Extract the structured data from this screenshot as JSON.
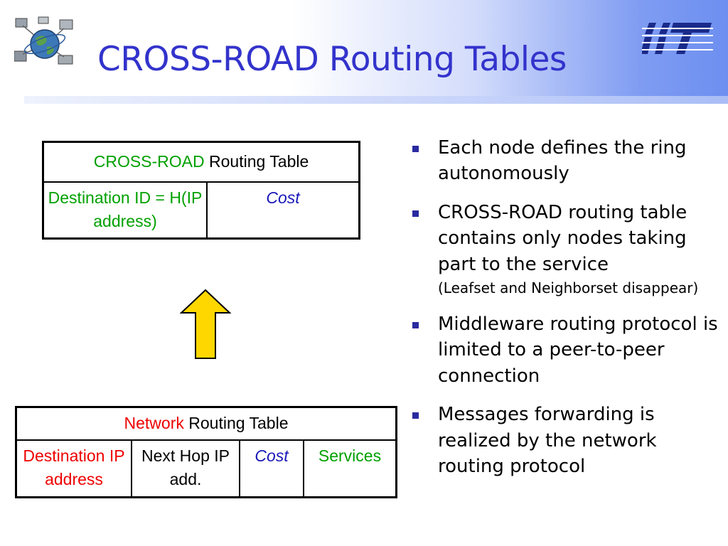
{
  "slide": {
    "title": "CROSS-ROAD Routing Tables",
    "logos": {
      "left": "globe-network-logo",
      "right": "iit-logo"
    },
    "colors": {
      "title": "#3333cc",
      "green": "#00a000",
      "red": "#ee0000",
      "arrow_fill": "#ffd700"
    }
  },
  "cross_road_table": {
    "header_highlight": "CROSS-ROAD",
    "header_rest": " Routing Table",
    "col1": "Destination ID = H(IP address)",
    "col2": "Cost"
  },
  "arrow": {
    "direction": "up",
    "icon": "up-arrow-icon"
  },
  "network_table": {
    "header_highlight": "Network",
    "header_rest": " Routing Table",
    "col1": "Destination IP address",
    "col2": "Next Hop IP add.",
    "col3": "Cost",
    "col4": "Services"
  },
  "bullets": [
    {
      "text": "Each node defines the ring autonomously"
    },
    {
      "text": "CROSS-ROAD routing table contains only nodes taking part to the service",
      "note": "(Leafset and Neighborset disappear)"
    },
    {
      "text": "Middleware routing protocol is limited to a peer-to-peer connection"
    },
    {
      "text": "Messages forwarding is realized by the network routing protocol"
    }
  ]
}
